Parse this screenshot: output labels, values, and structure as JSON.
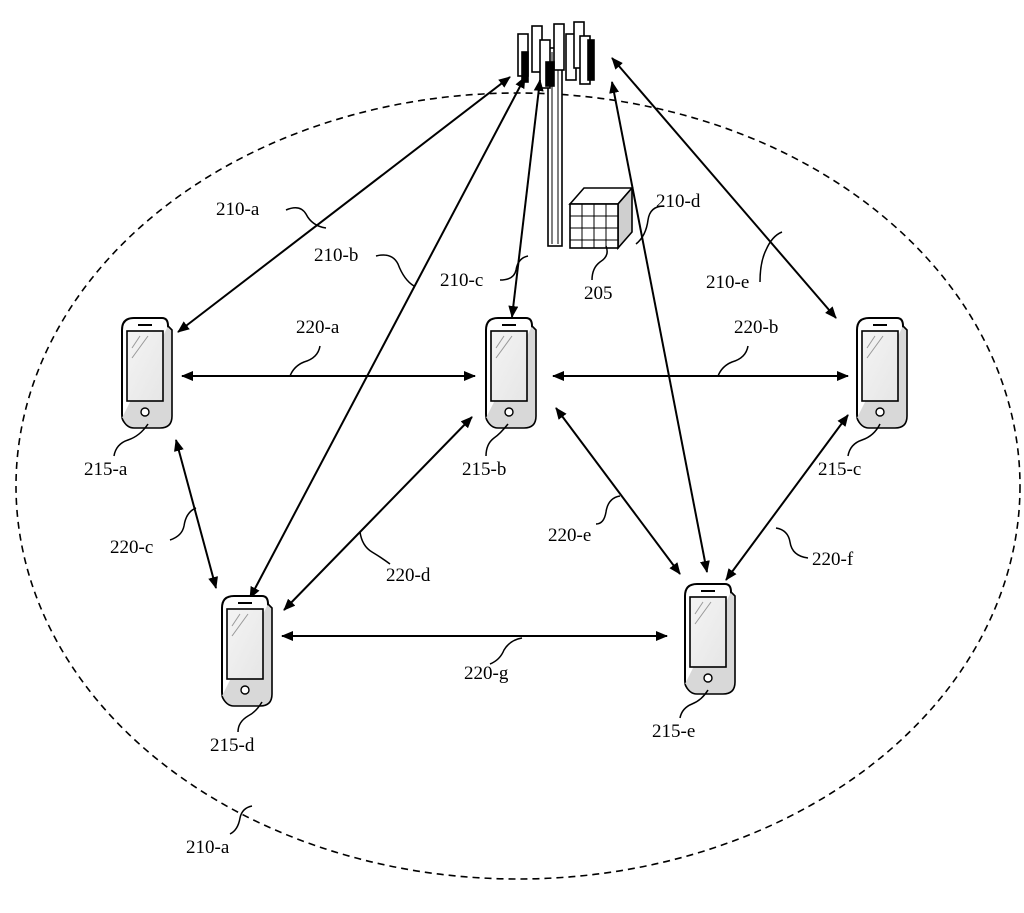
{
  "base_station": {
    "label": "205"
  },
  "coverage_area": {
    "label": "210-a"
  },
  "downlinks": [
    {
      "id": "a",
      "label": "210-a"
    },
    {
      "id": "b",
      "label": "210-b"
    },
    {
      "id": "c",
      "label": "210-c"
    },
    {
      "id": "d",
      "label": "210-d"
    },
    {
      "id": "e",
      "label": "210-e"
    }
  ],
  "devices": [
    {
      "id": "a",
      "label": "215-a"
    },
    {
      "id": "b",
      "label": "215-b"
    },
    {
      "id": "c",
      "label": "215-c"
    },
    {
      "id": "d",
      "label": "215-d"
    },
    {
      "id": "e",
      "label": "215-e"
    }
  ],
  "sidelinks": [
    {
      "id": "a",
      "label": "220-a"
    },
    {
      "id": "b",
      "label": "220-b"
    },
    {
      "id": "c",
      "label": "220-c"
    },
    {
      "id": "d",
      "label": "220-d"
    },
    {
      "id": "e",
      "label": "220-e"
    },
    {
      "id": "f",
      "label": "220-f"
    },
    {
      "id": "g",
      "label": "220-g"
    }
  ]
}
